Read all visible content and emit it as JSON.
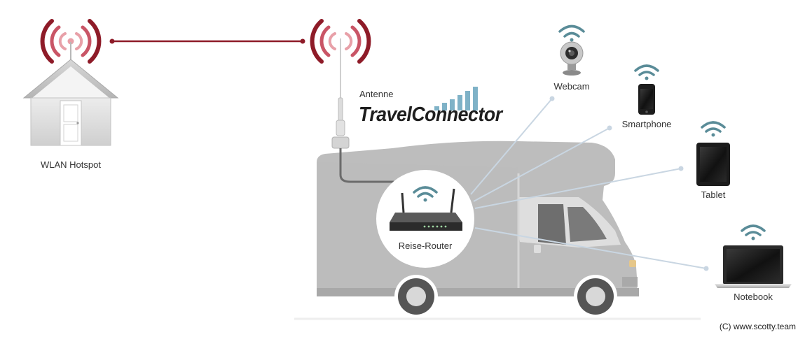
{
  "labels": {
    "hotspot": "WLAN Hotspot",
    "antenna": "Antenne",
    "brand": "TravelConnector",
    "router": "Reise-Router",
    "webcam": "Webcam",
    "smartphone": "Smartphone",
    "tablet": "Tablet",
    "notebook": "Notebook"
  },
  "copyright": "(C) www.scotty.team",
  "colors": {
    "signal_red": "#8e1b28",
    "signal_pink": "#e8a0a8",
    "wifi_teal": "#5a8c98",
    "camper_gray": "#bcbcbc",
    "link_line": "#c9d6e2"
  },
  "icons": [
    "house-icon",
    "mast-icon",
    "wifi-icon",
    "router-icon",
    "webcam-icon",
    "smartphone-icon",
    "tablet-icon",
    "laptop-icon"
  ]
}
